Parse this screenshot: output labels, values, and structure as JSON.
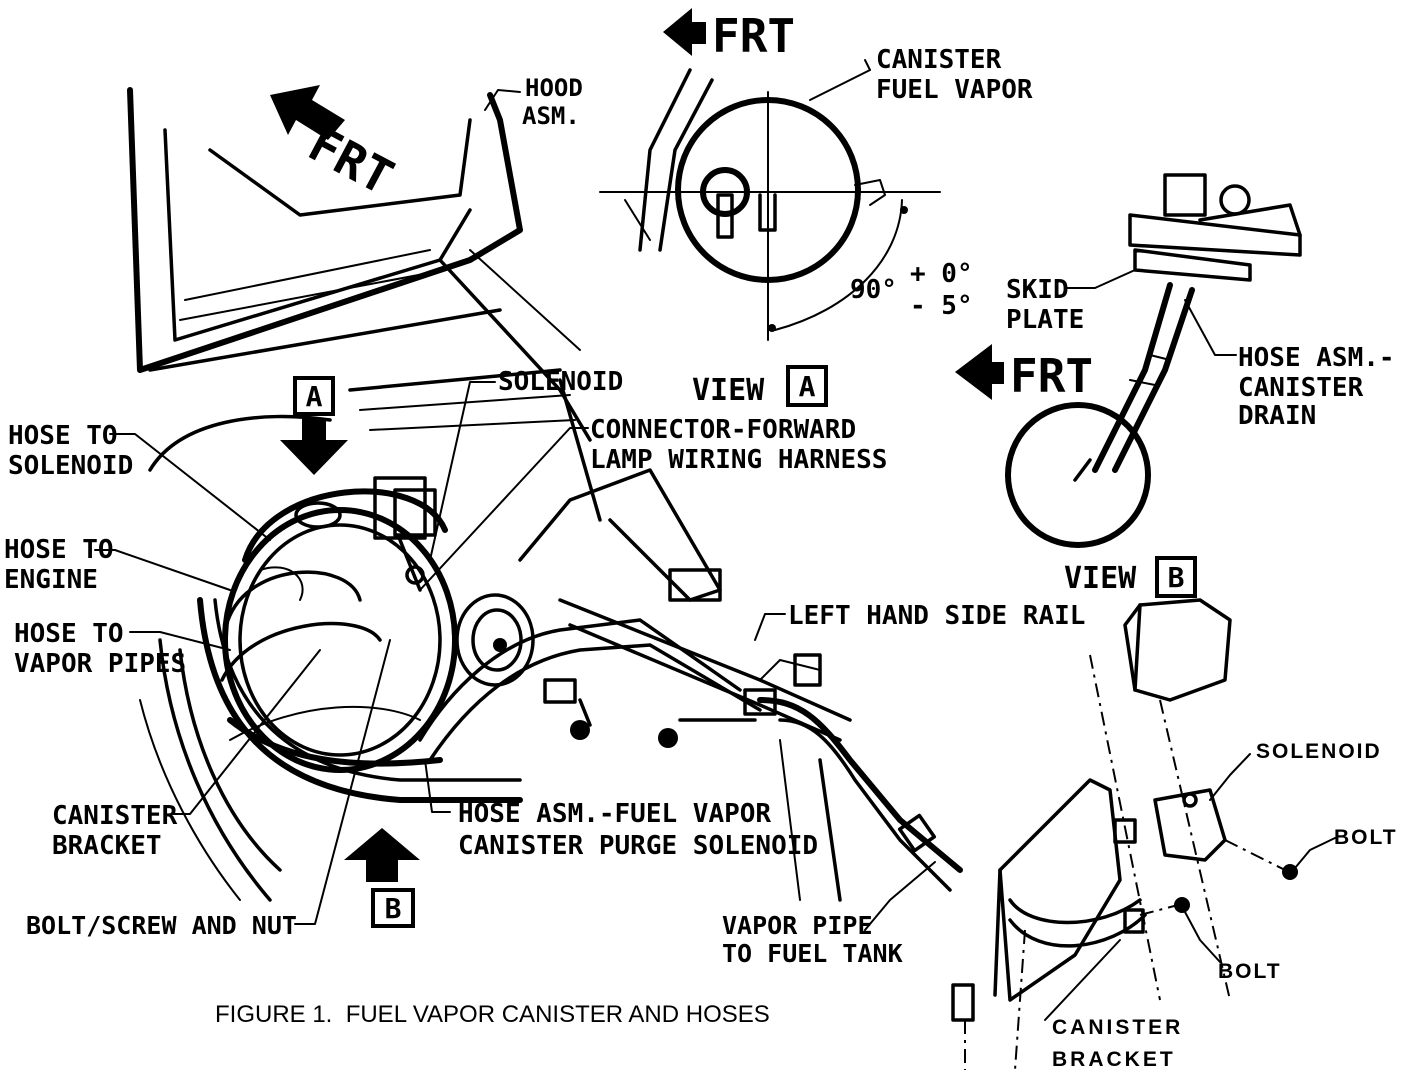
{
  "figure": {
    "caption": "FIGURE 1.  FUEL VAPOR CANISTER AND HOSES"
  },
  "arrows": {
    "frt_main": "FRT",
    "frt_view_a": "FRT",
    "frt_view_b": "FRT"
  },
  "views": {
    "view_a_word": "VIEW",
    "view_a_letter": "A",
    "view_b_word": "VIEW",
    "view_b_letter": "B",
    "marker_a": "A",
    "marker_b": "B"
  },
  "angle": {
    "value": "90°",
    "plus": "+ 0°",
    "minus": "- 5°"
  },
  "labels": {
    "hood_1": "HOOD",
    "hood_2": "ASM.",
    "canister_fuel_vapor_1": "CANISTER",
    "canister_fuel_vapor_2": "FUEL VAPOR",
    "skid_plate_1": "SKID",
    "skid_plate_2": "PLATE",
    "hose_drain_1": "HOSE ASM.-",
    "hose_drain_2": "CANISTER",
    "hose_drain_3": "DRAIN",
    "solenoid_main": "SOLENOID",
    "connector_1": "CONNECTOR-FORWARD",
    "connector_2": "LAMP WIRING HARNESS",
    "hose_solenoid_1": "HOSE TO",
    "hose_solenoid_2": "SOLENOID",
    "hose_engine_1": "HOSE TO",
    "hose_engine_2": "ENGINE",
    "hose_vapor_1": "HOSE TO",
    "hose_vapor_2": "VAPOR PIPES",
    "left_rail": "LEFT HAND SIDE RAIL",
    "canister_bracket_1": "CANISTER",
    "canister_bracket_2": "BRACKET",
    "purge_1": "HOSE ASM.-FUEL VAPOR",
    "purge_2": "CANISTER PURGE SOLENOID",
    "bolt_screw_nut": "BOLT/SCREW AND NUT",
    "vapor_pipe_1": "VAPOR PIPE",
    "vapor_pipe_2": "TO FUEL TANK",
    "solenoid_b": "SOLENOID",
    "bolt_upper": "BOLT",
    "bolt_lower": "BOLT",
    "bracket_b_1": "CANISTER",
    "bracket_b_2": "BRACKET"
  }
}
